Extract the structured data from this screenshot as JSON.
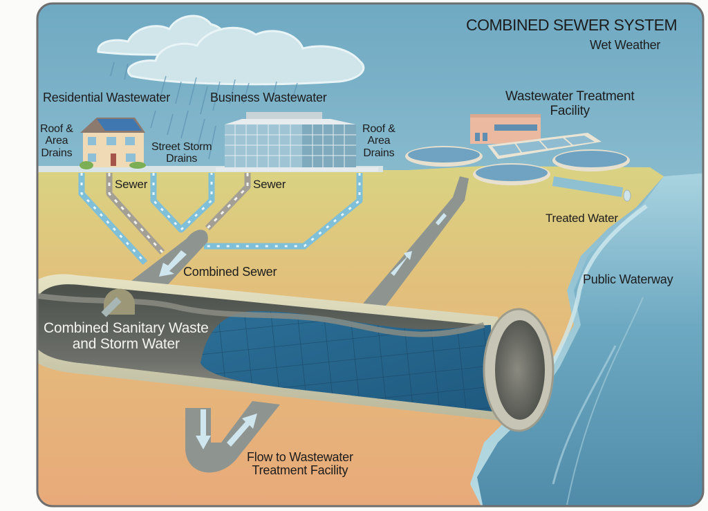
{
  "header": {
    "title": "COMBINED SEWER SYSTEM",
    "subtitle": "Wet Weather"
  },
  "labels": {
    "residential_wastewater": "Residential Wastewater",
    "business_wastewater": "Business Wastewater",
    "roof_drains_left": [
      "Roof &",
      "Area",
      "Drains"
    ],
    "roof_drains_right": [
      "Roof &",
      "Area",
      "Drains"
    ],
    "street_storm_drains": [
      "Street Storm",
      "Drains"
    ],
    "sewer_left": "Sewer",
    "sewer_right": "Sewer",
    "combined_sewer": "Combined Sewer",
    "pipe_contents": [
      "Combined Sanitary Waste",
      "and Storm Water"
    ],
    "treatment_facility": [
      "Wastewater Treatment",
      "Facility"
    ],
    "treated_water": "Treated Water",
    "public_waterway": "Public Waterway",
    "flow_to_facility": [
      "Flow to Wastewater",
      "Treatment Facility"
    ]
  },
  "colors": {
    "sky": "#8fc3d3",
    "ground_top": "#d6cf7e",
    "ground_bottom": "#e8ab7a",
    "water": "#5d9ab5",
    "storm_pipe": "#8fc6dc",
    "sewer_pipe": "#a8a49a",
    "combined_pipe": "#8e9591",
    "frame": "#6e6e6e"
  }
}
